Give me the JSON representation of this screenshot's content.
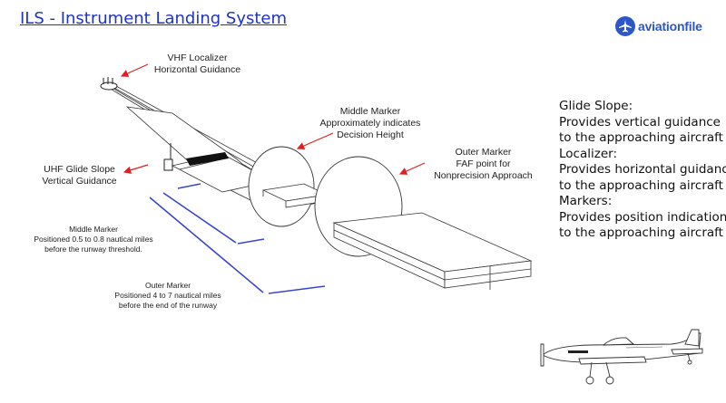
{
  "title": "ILS - Instrument Landing System",
  "brand": {
    "name": "aviationfile",
    "icon": "airplane-icon",
    "color": "#2d57c9"
  },
  "labels": {
    "localizer": [
      "VHF Localizer",
      "Horizontal Guidance"
    ],
    "glide_slope": [
      "UHF Glide Slope",
      "Vertical Guidance"
    ],
    "middle_marker": [
      "Middle Marker",
      "Approximately indicates",
      "Decision Height"
    ],
    "outer_marker": [
      "Outer Marker",
      "FAF point for",
      "Nonprecision Approach"
    ],
    "middle_marker_distance": [
      "Middle Marker",
      "Positioned 0.5 to 0.8 nautical miles",
      "before the runway threshold."
    ],
    "outer_marker_distance": [
      "Outer Marker",
      "Positioned 4 to 7 nautical miles",
      "before the end of the runway"
    ]
  },
  "info_panel": [
    "Glide Slope:",
    "Provides vertical guidance",
    "to the approaching aircraft",
    "Localizer:",
    "Provides horizontal guidance",
    "to the approaching aircraft",
    "Markers:",
    "Provides position indication",
    "to the approaching aircraft"
  ],
  "colors": {
    "title": "#1e33c8",
    "arrows": "#e02020",
    "distance_lines": "#3a46d0"
  }
}
